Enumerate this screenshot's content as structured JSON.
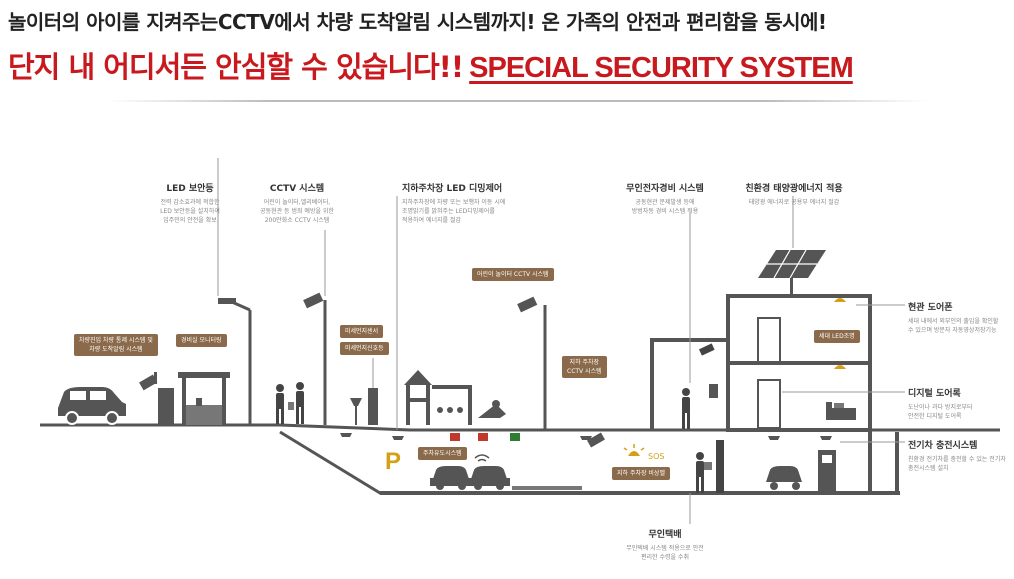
{
  "header": {
    "line1": "놀이터의 아이를 지켜주는CCTV에서 차량 도착알림 시스템까지! 온 가족의 안전과 편리함을 동시에!",
    "line2_ko": "단지 내 어디서든 안심할 수 있습니다!!",
    "line2_en": "SPECIAL SECURITY SYSTEM"
  },
  "features": {
    "led_light": {
      "title": "LED 보안등",
      "desc": [
        "전력 감소효과에 적합한",
        "LED 보안등을 설치하여",
        "입주민의 안전을 확보"
      ]
    },
    "cctv": {
      "title": "CCTV 시스템",
      "desc": [
        "어린이 놀이터,엘리베이터,",
        "공동현관 등 범죄 예방을 위한",
        "200만화소 CCTV 시스템"
      ]
    },
    "parking_led": {
      "title": "지하주차장 LED 디밍제어",
      "desc": [
        "지하주차장에 차량 또는 보행자 이동 시에",
        "조명밝기를 밝혀주는 LED디밍제어를",
        "적용하여 에너지를 절감"
      ]
    },
    "unmanned_guard": {
      "title": "무인전자경비 시스템",
      "desc": [
        "공동현관 문제발생 등에",
        "방범자동 경비 시스템 적용"
      ]
    },
    "solar": {
      "title": "친환경 태양광에너지 적용",
      "desc": [
        "태양광 에너지로 공용부 에너지 절감"
      ]
    },
    "door_phone": {
      "title": "현관 도어폰",
      "desc": [
        "세대 내에서 외부인의 출입을 확인할",
        "수 있으며 방문자 자동영상저장기능"
      ]
    },
    "digital_lock": {
      "title": "디지털 도어록",
      "desc": [
        "도난이나 과다 방지로부터",
        "안전한 디지털 도어록"
      ]
    },
    "ev_charging": {
      "title": "전기차 충전시스템",
      "desc": [
        "친환경 전기차를 충전할 수 있는 전기차",
        "충전시스템 설치"
      ]
    },
    "parcel": {
      "title": "무인택배",
      "desc": [
        "무인택배 시스템 적용으로 안전",
        "편리한 수령을 수취"
      ]
    }
  },
  "tags": {
    "car_arrival": [
      "차량진입 차량 통제 시스템 및",
      "차량 도착알림 시스템"
    ],
    "guard_monitor": "경비실 모니터링",
    "fine_dust_sensor": "미세먼지센서",
    "fine_dust_display": "미세먼지신호등",
    "playground_cctv": "어린이 놀이터 CCTV 시스템",
    "parking_cctv": [
      "지하 주차장",
      "CCTV 시스템"
    ],
    "parking_guide": "주차유도시스템",
    "household_led": "세대 LED조명",
    "parking_emergency": "지하 주차장 비상벨"
  },
  "labels": {
    "parking_p": "P",
    "sos": "SOS"
  },
  "colors": {
    "accent_red": "#c8191e",
    "tag_brown": "#8a6a4a",
    "line_gray": "#555555",
    "red_light": "#c0392b",
    "green_light": "#2e7d32"
  },
  "icons": [
    "car-icon",
    "guard-booth-icon",
    "street-lamp-icon",
    "cctv-camera-icon",
    "pedestrian-icon",
    "playground-icon",
    "solar-panel-icon",
    "building-icon",
    "ev-charger-icon",
    "bed-icon",
    "parcel-icon",
    "wifi-icon",
    "alarm-light-icon"
  ]
}
